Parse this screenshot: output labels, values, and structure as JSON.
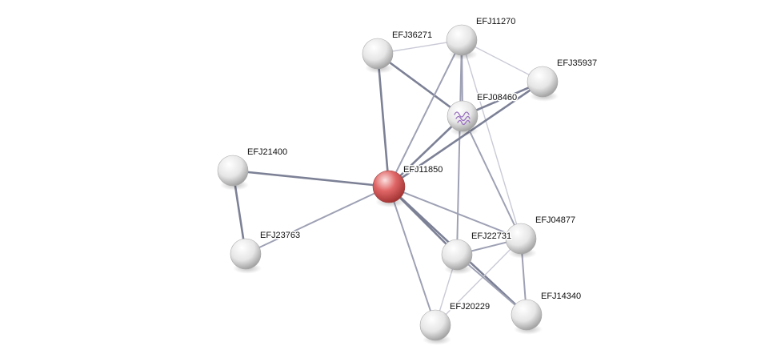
{
  "nodes": [
    {
      "id": "EFJ11850",
      "label": "EFJ11850",
      "query": true
    },
    {
      "id": "EFJ36271",
      "label": "EFJ36271"
    },
    {
      "id": "EFJ11270",
      "label": "EFJ11270"
    },
    {
      "id": "EFJ35937",
      "label": "EFJ35937"
    },
    {
      "id": "EFJ08460",
      "label": "EFJ08460",
      "has_structure": true
    },
    {
      "id": "EFJ21400",
      "label": "EFJ21400"
    },
    {
      "id": "EFJ23763",
      "label": "EFJ23763"
    },
    {
      "id": "EFJ04877",
      "label": "EFJ04877"
    },
    {
      "id": "EFJ22731",
      "label": "EFJ22731"
    },
    {
      "id": "EFJ14340",
      "label": "EFJ14340"
    },
    {
      "id": "EFJ20229",
      "label": "EFJ20229"
    }
  ],
  "edges": [
    {
      "source": "EFJ36271",
      "target": "EFJ11850",
      "strength": "strong"
    },
    {
      "source": "EFJ36271",
      "target": "EFJ11270",
      "strength": "weak"
    },
    {
      "source": "EFJ36271",
      "target": "EFJ08460",
      "strength": "strong"
    },
    {
      "source": "EFJ11270",
      "target": "EFJ11850",
      "strength": "medium"
    },
    {
      "source": "EFJ11270",
      "target": "EFJ08460",
      "strength": "medium"
    },
    {
      "source": "EFJ11270",
      "target": "EFJ35937",
      "strength": "weak"
    },
    {
      "source": "EFJ11270",
      "target": "EFJ04877",
      "strength": "weak"
    },
    {
      "source": "EFJ11270",
      "target": "EFJ22731",
      "strength": "medium"
    },
    {
      "source": "EFJ35937",
      "target": "EFJ08460",
      "strength": "strong"
    },
    {
      "source": "EFJ35937",
      "target": "EFJ11850",
      "strength": "strong"
    },
    {
      "source": "EFJ08460",
      "target": "EFJ11850",
      "strength": "strong"
    },
    {
      "source": "EFJ08460",
      "target": "EFJ04877",
      "strength": "medium"
    },
    {
      "source": "EFJ21400",
      "target": "EFJ11850",
      "strength": "strong"
    },
    {
      "source": "EFJ21400",
      "target": "EFJ23763",
      "strength": "strong"
    },
    {
      "source": "EFJ23763",
      "target": "EFJ11850",
      "strength": "medium"
    },
    {
      "source": "EFJ11850",
      "target": "EFJ04877",
      "strength": "medium"
    },
    {
      "source": "EFJ11850",
      "target": "EFJ22731",
      "strength": "strong"
    },
    {
      "source": "EFJ11850",
      "target": "EFJ14340",
      "strength": "strong"
    },
    {
      "source": "EFJ11850",
      "target": "EFJ20229",
      "strength": "medium"
    },
    {
      "source": "EFJ04877",
      "target": "EFJ14340",
      "strength": "medium"
    },
    {
      "source": "EFJ04877",
      "target": "EFJ20229",
      "strength": "weak"
    },
    {
      "source": "EFJ04877",
      "target": "EFJ22731",
      "strength": "medium"
    },
    {
      "source": "EFJ22731",
      "target": "EFJ14340",
      "strength": "medium"
    },
    {
      "source": "EFJ22731",
      "target": "EFJ20229",
      "strength": "weak"
    }
  ],
  "colors": {
    "query_node": "#e06060",
    "node": "#e8e8e8",
    "edge_strong": "#7d8196",
    "edge_medium": "#9ea1b4",
    "edge_weak": "#c9cad6",
    "structure_glyph": "#9a70c0"
  }
}
